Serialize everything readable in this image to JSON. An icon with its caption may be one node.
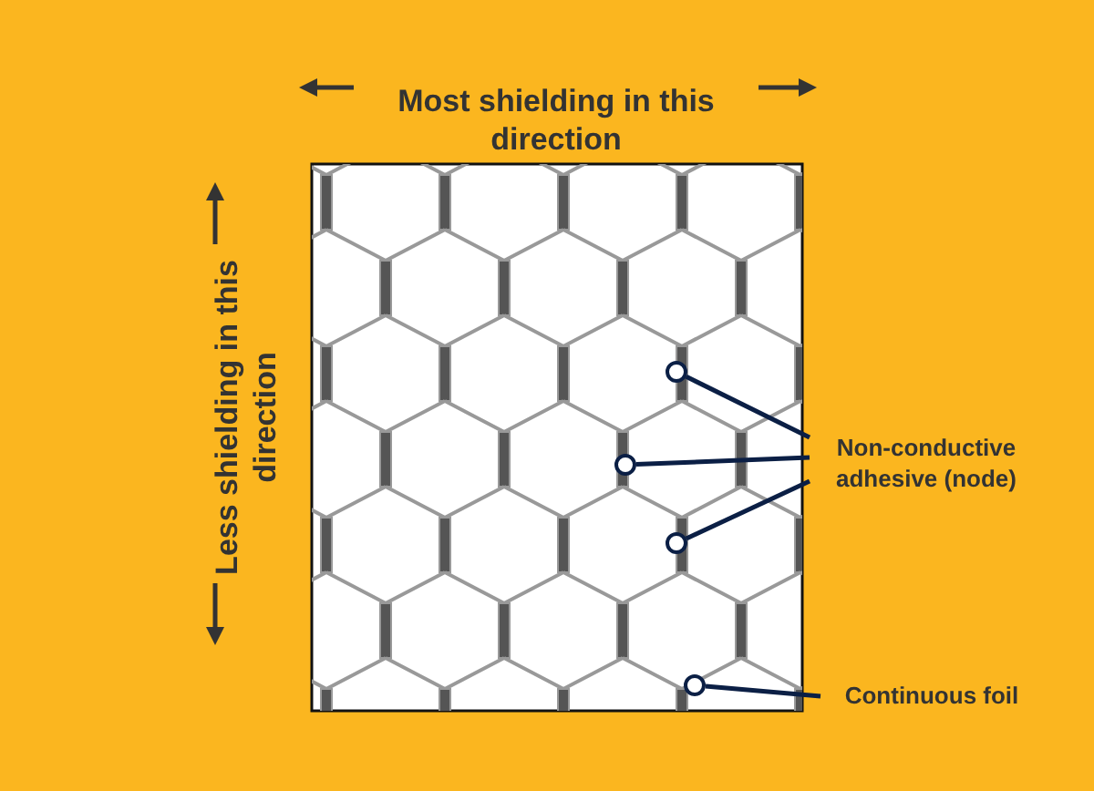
{
  "diagram": {
    "nodes": [
      {
        "text": [
          "Non-conductive adhesive (node)"
        ]
      },
      {
        "text": [],
        "shape": "circle"
      },
      {
        "text": [],
        "shape": "circle"
      },
      {
        "text": [],
        "shape": "circle"
      },
      {
        "text": [
          "Continuous foil"
        ]
      },
      {
        "text": [],
        "shape": "circle"
      }
    ],
    "edges": [
      {
        "from": 0,
        "to": 1,
        "arrow": "none"
      },
      {
        "from": 0,
        "to": 2,
        "arrow": "none"
      },
      {
        "from": 0,
        "to": 3,
        "arrow": "none"
      },
      {
        "from": 4,
        "to": 5,
        "arrow": "none"
      }
    ],
    "labels": [
      "Most shielding in this direction",
      "Less shielding in this direction"
    ]
  }
}
